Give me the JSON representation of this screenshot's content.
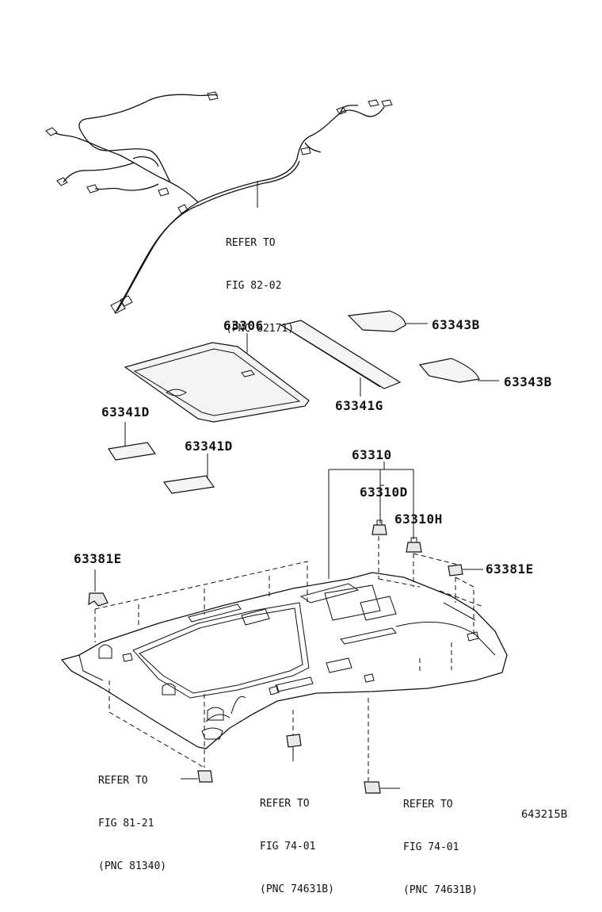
{
  "parts": {
    "p63306": "63306",
    "p63343b_1": "63343B",
    "p63343b_2": "63343B",
    "p63341g": "63341G",
    "p63341d_1": "63341D",
    "p63341d_2": "63341D",
    "p63310": "63310",
    "p63310d": "63310D",
    "p63310h": "63310H",
    "p63381e_1": "63381E",
    "p63381e_2": "63381E"
  },
  "refs": {
    "wire": {
      "l1": "REFER TO",
      "l2": "FIG 82-02",
      "l3": "(PNC 82171)"
    },
    "lamp": {
      "l1": "REFER TO",
      "l2": "FIG 81-21",
      "l3": "(PNC 81340)"
    },
    "clip1": {
      "l1": "REFER TO",
      "l2": "FIG 74-01",
      "l3": "(PNC 74631B)"
    },
    "clip2": {
      "l1": "REFER TO",
      "l2": "FIG 74-01",
      "l3": "(PNC 74631B)"
    }
  },
  "diagram_code": "643215B"
}
